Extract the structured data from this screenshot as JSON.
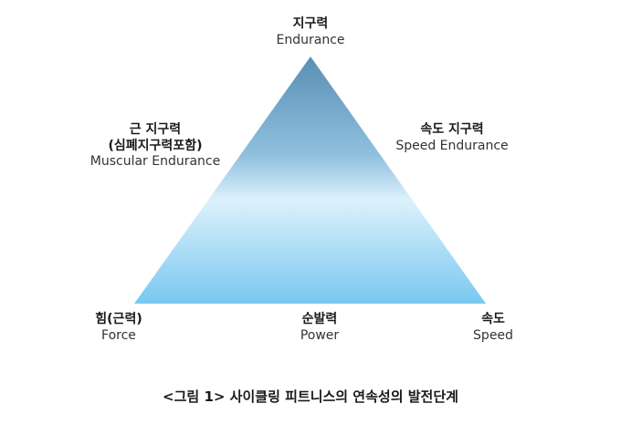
{
  "vertices": {
    "top": {
      "korean": "지구력",
      "english": "Endurance"
    },
    "bottom_left": {
      "korean": "힘(근력)",
      "english": "Force"
    },
    "bottom_right": {
      "korean": "속도",
      "english": "Speed"
    }
  },
  "edges": {
    "left": {
      "korean_1": "근 지구력",
      "korean_2": "(심폐지구력포함)",
      "english": "Muscular Endurance"
    },
    "right": {
      "korean": "속도 지구력",
      "english": "Speed Endurance"
    },
    "bottom": {
      "korean": "순발력",
      "english": "Power"
    }
  },
  "caption": "<그림 1> 사이클링 피트니스의 연속성의 발전단계",
  "colors": {
    "gradient_top": "#5a8fb4",
    "gradient_mid": "#dcf1fc",
    "gradient_bottom": "#79c8ef"
  }
}
